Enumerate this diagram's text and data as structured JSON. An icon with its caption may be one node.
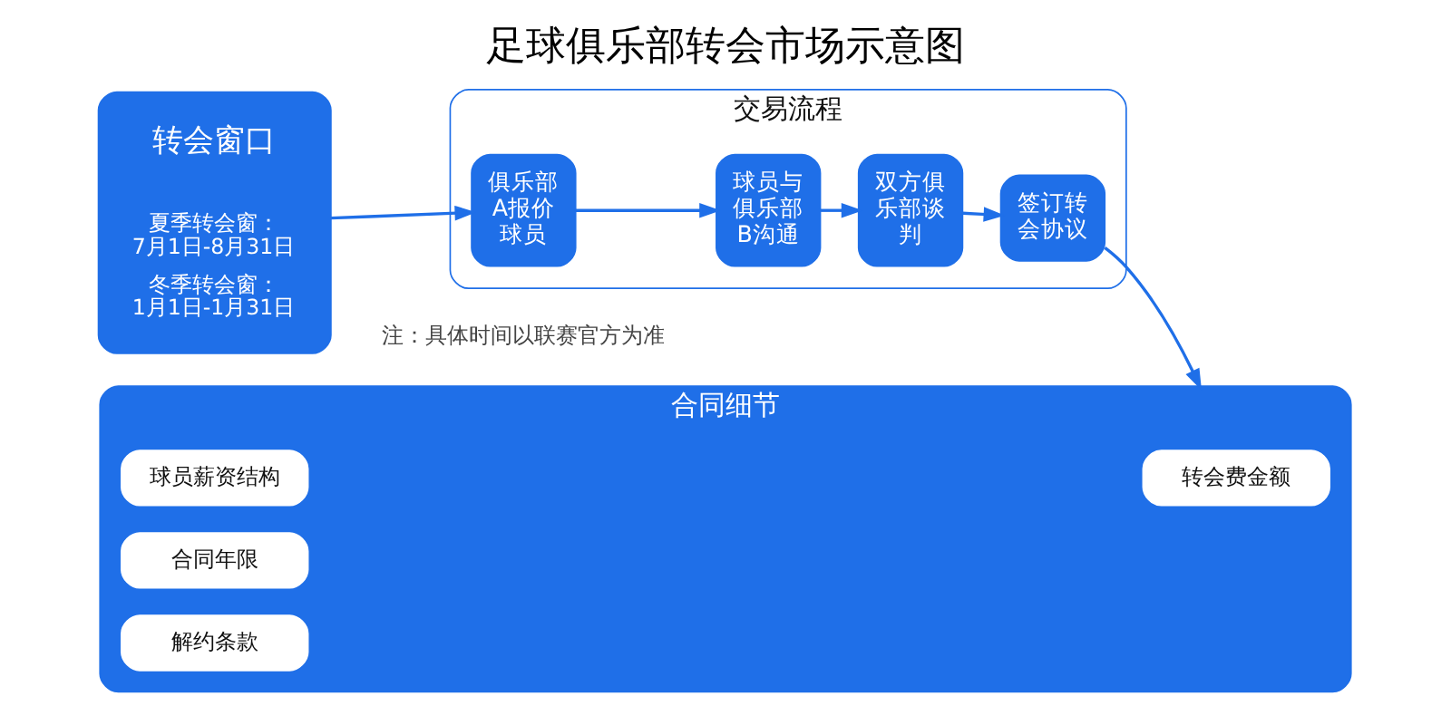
{
  "diagram": {
    "title": "足球俱乐部转会市场示意图",
    "caption": "注：具体时间以联赛官方为准",
    "nodes": [
      {
        "text": [
          "转会窗口",
          "夏季转会窗：7月1日-8月31日",
          "冬季转会窗：1月1日-1月31日"
        ]
      },
      {
        "text": [
          "交易流程"
        ]
      },
      {
        "text": [
          "俱乐部A报价球员"
        ],
        "in": 1
      },
      {
        "text": [
          "球员与俱乐部B沟通"
        ],
        "in": 1
      },
      {
        "text": [
          "双方俱乐部谈判"
        ],
        "in": 1
      },
      {
        "text": [
          "签订转会协议"
        ],
        "in": 1
      },
      {
        "text": [
          "合同细节"
        ]
      },
      {
        "text": [
          "转会费金额"
        ],
        "in": 6
      },
      {
        "text": [
          "球员薪资结构"
        ],
        "in": 6
      },
      {
        "text": [
          "合同年限"
        ],
        "in": 6
      },
      {
        "text": [
          "解约条款"
        ],
        "in": 6
      }
    ],
    "edges": [
      {
        "from": 0,
        "to": 2,
        "arrow": "to"
      },
      {
        "from": 2,
        "to": 3,
        "arrow": "to"
      },
      {
        "from": 3,
        "to": 4,
        "arrow": "to"
      },
      {
        "from": 4,
        "to": 5,
        "arrow": "to"
      },
      {
        "from": 5,
        "to": 6,
        "arrow": "to"
      }
    ]
  }
}
